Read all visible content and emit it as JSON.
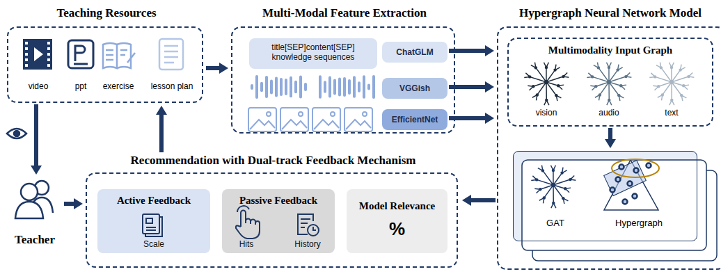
{
  "diagram": {
    "nodes": [
      {
        "text": [
          "Teaching Resources"
        ]
      },
      {
        "text": [
          "Multi-Modal Feature Extraction"
        ]
      },
      {
        "text": [
          "title[SEP]content[SEP] knowledge sequences"
        ],
        "in": 1
      },
      {
        "text": [
          "ChatGLM"
        ],
        "in": 1
      },
      {
        "text": [
          "VGGish"
        ],
        "in": 1
      },
      {
        "text": [
          "EfficientNet"
        ],
        "in": 1
      },
      {
        "text": [
          "Hypergraph Neural Network Model"
        ]
      },
      {
        "text": [
          "Multimodality Input Graph"
        ],
        "in": 6
      },
      {
        "text": [
          "GAT",
          "Hypergraph"
        ],
        "in": 6
      },
      {
        "text": [
          "Recommendation with Dual-track Feedback Mechanism"
        ]
      },
      {
        "text": [
          "Active Feedback",
          "Scale"
        ],
        "in": 9
      },
      {
        "text": [
          "Passive Feedback",
          "Hits",
          "History"
        ],
        "in": 9
      },
      {
        "text": [
          "Model Relevance",
          "%"
        ],
        "in": 9
      },
      {
        "text": [
          "Teacher"
        ]
      }
    ],
    "edges": [
      {
        "from": 0,
        "to": 1,
        "arrow": "to"
      },
      {
        "from": 3,
        "to": 6,
        "arrow": "to"
      },
      {
        "from": 4,
        "to": 6,
        "arrow": "to"
      },
      {
        "from": 5,
        "to": 6,
        "arrow": "to"
      },
      {
        "from": 7,
        "to": 8,
        "arrow": "to"
      },
      {
        "from": 6,
        "to": 9,
        "arrow": "to"
      },
      {
        "from": 9,
        "to": 0,
        "arrow": "to"
      },
      {
        "from": 0,
        "to": 13,
        "arrow": "to"
      },
      {
        "from": 13,
        "to": 9,
        "arrow": "to"
      }
    ],
    "labels": [
      "video",
      "ppt",
      "exercise",
      "lesson plan",
      "vision",
      "audio",
      "text"
    ]
  }
}
